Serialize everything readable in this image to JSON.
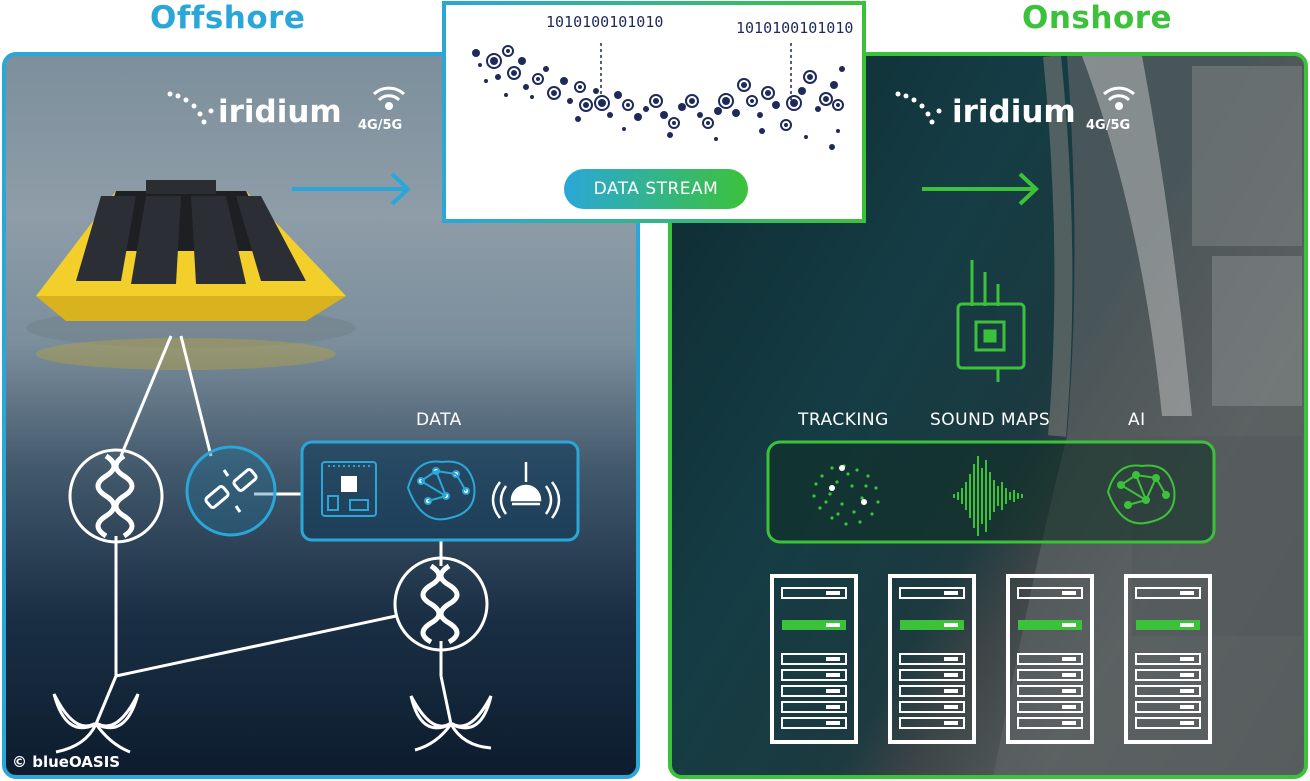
{
  "headings": {
    "offshore": "Offshore",
    "onshore": "Onshore"
  },
  "iridium": {
    "brand": "iridium",
    "network": "4G/5G"
  },
  "stream": {
    "label": "DATA STREAM",
    "bits_left": "1010100101010",
    "bits_right": "1010100101010"
  },
  "offshore_labels": {
    "data": "DATA"
  },
  "onshore_labels": {
    "tracking": "TRACKING",
    "sound_maps": "SOUND MAPS",
    "ai": "AI"
  },
  "credit": "© blueOASIS",
  "colors": {
    "offshore": "#2aa7d8",
    "onshore": "#3cc23a",
    "navy": "#1e2a5a"
  }
}
